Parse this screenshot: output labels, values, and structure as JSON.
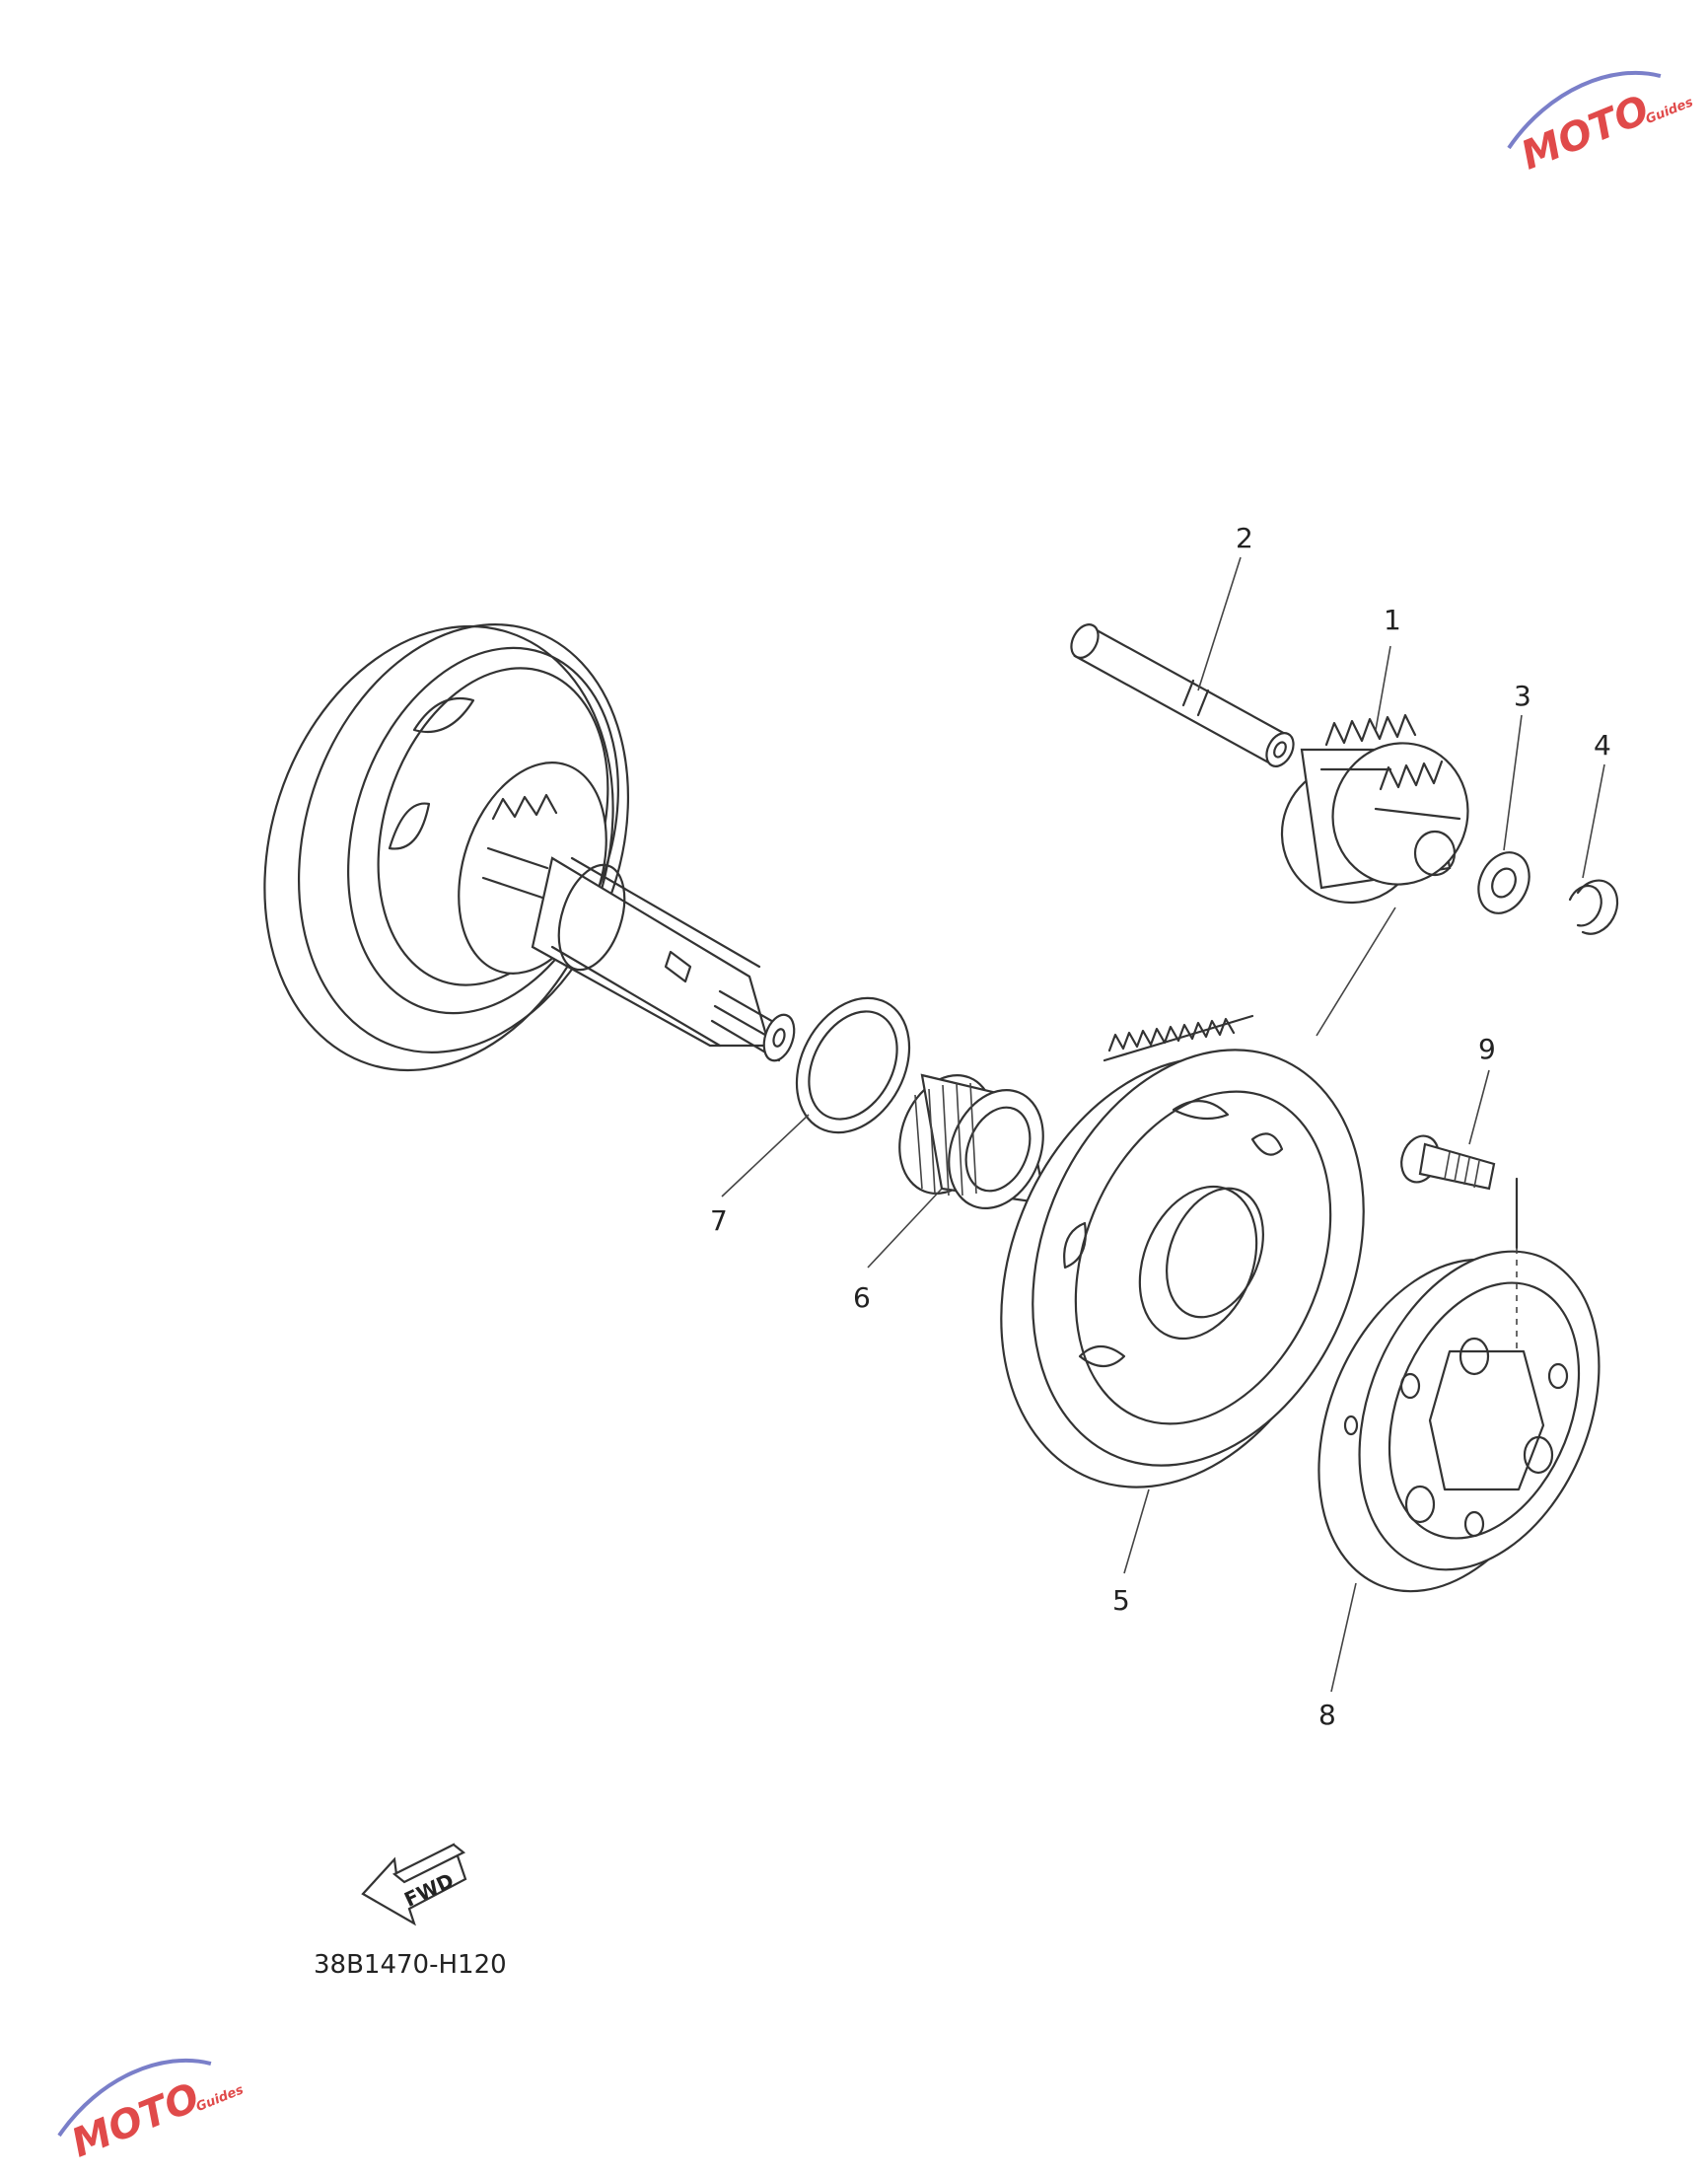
{
  "diagram_code": "38B1470-H120",
  "fwd_label": "FWD",
  "parts": [
    {
      "id": "1",
      "label": "1"
    },
    {
      "id": "2",
      "label": "2"
    },
    {
      "id": "3",
      "label": "3"
    },
    {
      "id": "4",
      "label": "4"
    },
    {
      "id": "5",
      "label": "5"
    },
    {
      "id": "6",
      "label": "6"
    },
    {
      "id": "7",
      "label": "7"
    },
    {
      "id": "8",
      "label": "8"
    },
    {
      "id": "9",
      "label": "9"
    }
  ],
  "watermark": {
    "brand": "MOTO",
    "sub": "Guides",
    "color": "#e04a4a",
    "accent": "#7a7fc9"
  },
  "colors": {
    "line": "#333333",
    "background": "#ffffff"
  }
}
